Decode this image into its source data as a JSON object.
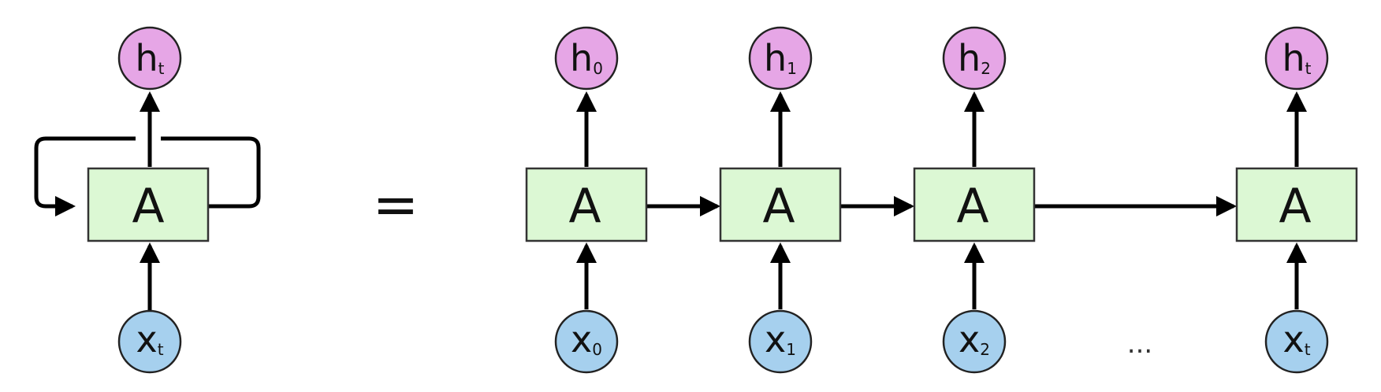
{
  "colors": {
    "cell_fill": "#dcf8d4",
    "output_fill": "#e6a6e6",
    "input_fill": "#a6d0ee",
    "edge": "#000000"
  },
  "equals": "=",
  "ellipsis": "...",
  "rolled": {
    "cell": {
      "label": "A"
    },
    "output": {
      "main": "h",
      "sub": "t"
    },
    "input": {
      "main": "x",
      "sub": "t"
    }
  },
  "unrolled": [
    {
      "cell": "A",
      "output": {
        "main": "h",
        "sub": "0"
      },
      "input": {
        "main": "x",
        "sub": "0"
      }
    },
    {
      "cell": "A",
      "output": {
        "main": "h",
        "sub": "1"
      },
      "input": {
        "main": "x",
        "sub": "1"
      }
    },
    {
      "cell": "A",
      "output": {
        "main": "h",
        "sub": "2"
      },
      "input": {
        "main": "x",
        "sub": "2"
      }
    },
    {
      "cell": "A",
      "output": {
        "main": "h",
        "sub": "t"
      },
      "input": {
        "main": "x",
        "sub": "t"
      }
    }
  ]
}
